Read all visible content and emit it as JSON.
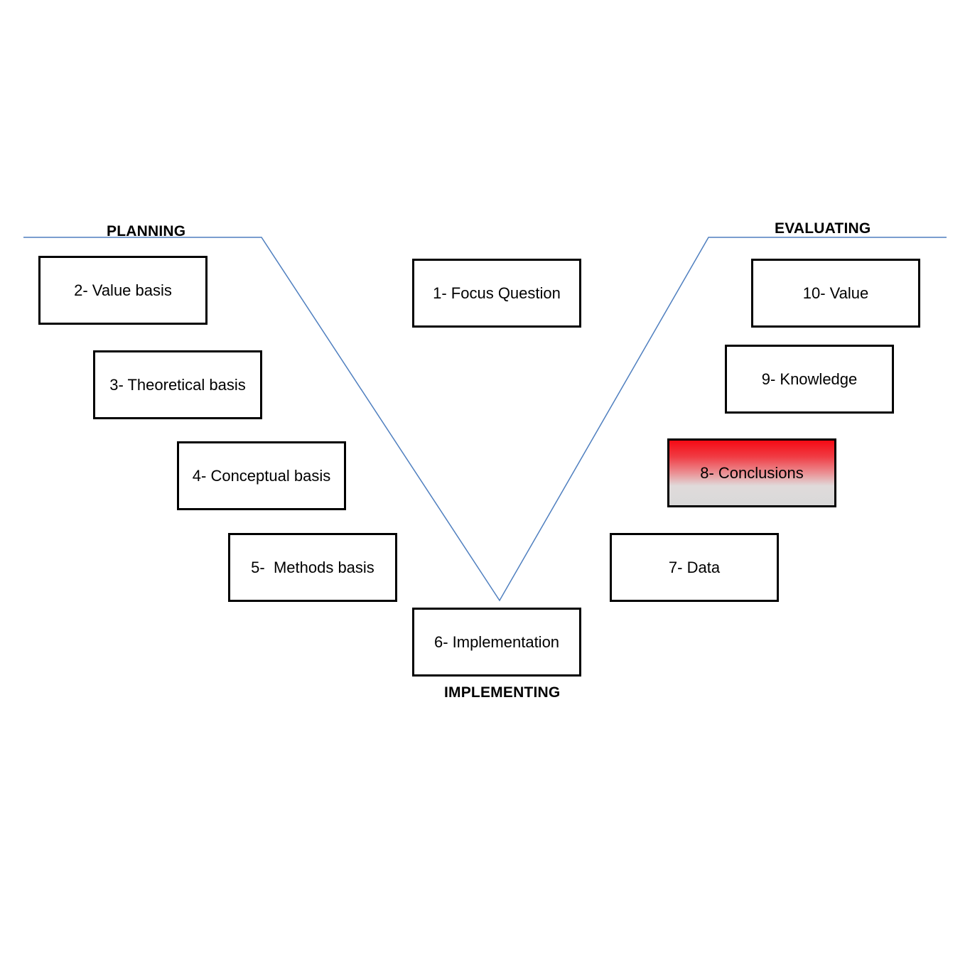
{
  "headings": {
    "planning": "PLANNING",
    "evaluating": "EVALUATING",
    "implementing": "IMPLEMENTING"
  },
  "boxes": {
    "focus_question": "1- Focus Question",
    "value_basis": "2- Value basis",
    "theoretical_basis": "3- Theoretical basis",
    "conceptual_basis": "4- Conceptual basis",
    "methods_basis": "5-  Methods basis",
    "implementation": "6- Implementation",
    "data": "7- Data",
    "conclusions": "8- Conclusions",
    "knowledge": "9- Knowledge",
    "value": "10- Value"
  },
  "colors": {
    "v_line": "#4f7fbf",
    "box_border": "#000000",
    "highlight_top": "#f50a14",
    "highlight_bottom": "#d9d9d9"
  },
  "highlighted_box": "conclusions"
}
